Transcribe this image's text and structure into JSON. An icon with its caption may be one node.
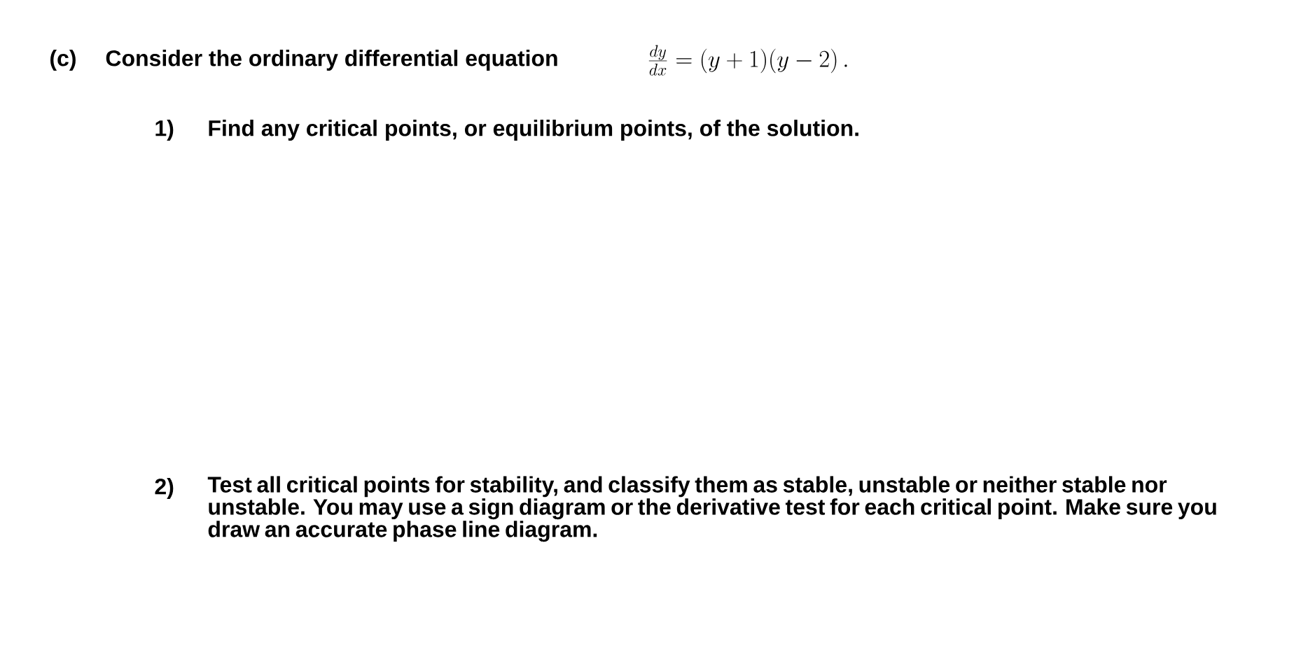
{
  "diagram": {
    "labels": [
      "(c)",
      "Consider the ordinary differential equation",
      "\\frac{dy}{dx}=(y+1)(y-2)\\,.",
      "1)",
      "Find any critical points, or equilibrium points, of the solution.",
      "2)",
      "Test all critical points for stability, and classify them as stable, unstable or neither stable nor unstable. You may use a sign diagram or the derivative test for each critical point. Make sure you draw an accurate phase line diagram."
    ]
  }
}
